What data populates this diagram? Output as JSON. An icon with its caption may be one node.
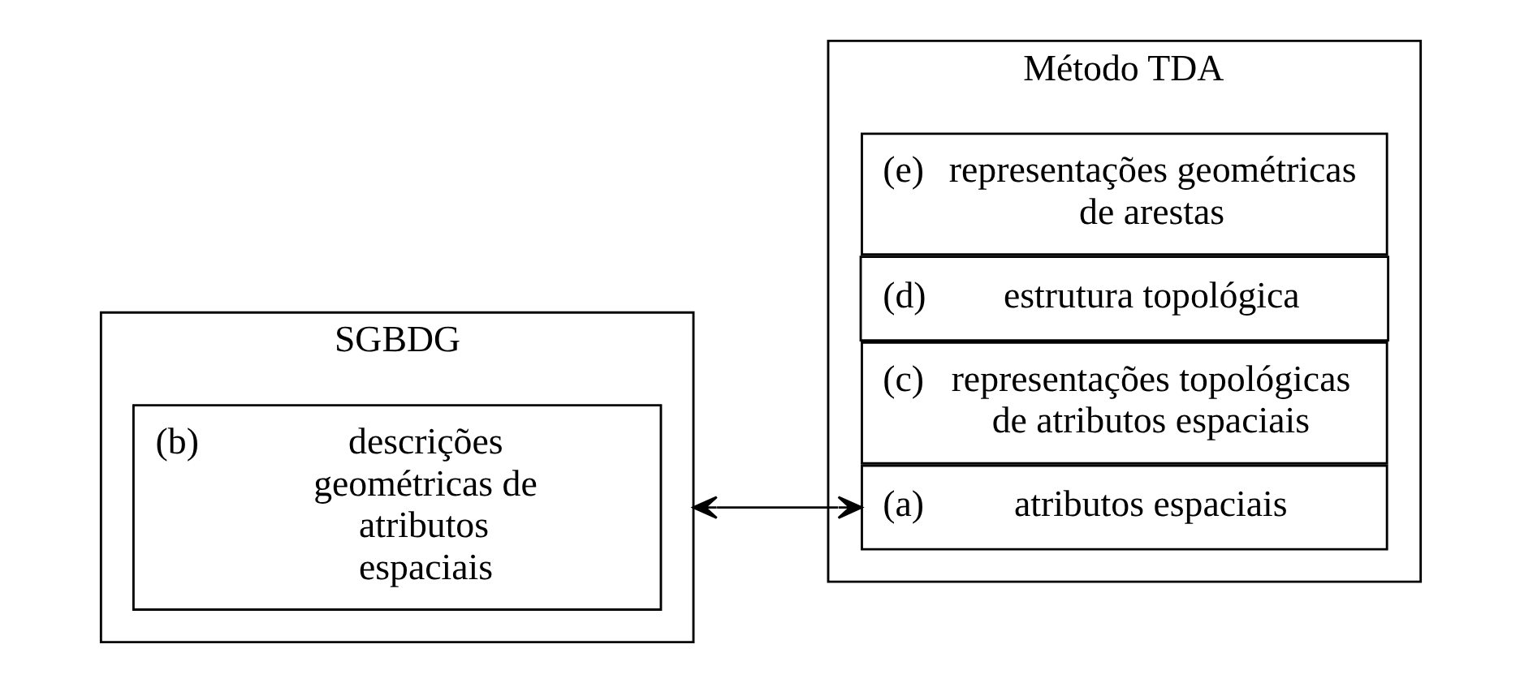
{
  "diagram": {
    "nodes": [
      {
        "text": [
          "SGBDG"
        ]
      },
      {
        "text": [
          "(b)",
          "descrições geométricas de atributos espaciais"
        ],
        "in": 0
      },
      {
        "text": [
          "Método TDA"
        ]
      },
      {
        "text": [
          "(a)",
          "atributos espaciais"
        ],
        "in": 2
      },
      {
        "text": [
          "(c)",
          "representações topológicas de atributos espaciais"
        ],
        "in": 2
      },
      {
        "text": [
          "(d)",
          "estrutura topológica"
        ],
        "in": 2
      },
      {
        "text": [
          "(e)",
          "representações geométricas de arestas"
        ],
        "in": 2
      }
    ],
    "edges": [
      {
        "from": 0,
        "to": 3,
        "arrow": "both"
      }
    ]
  }
}
